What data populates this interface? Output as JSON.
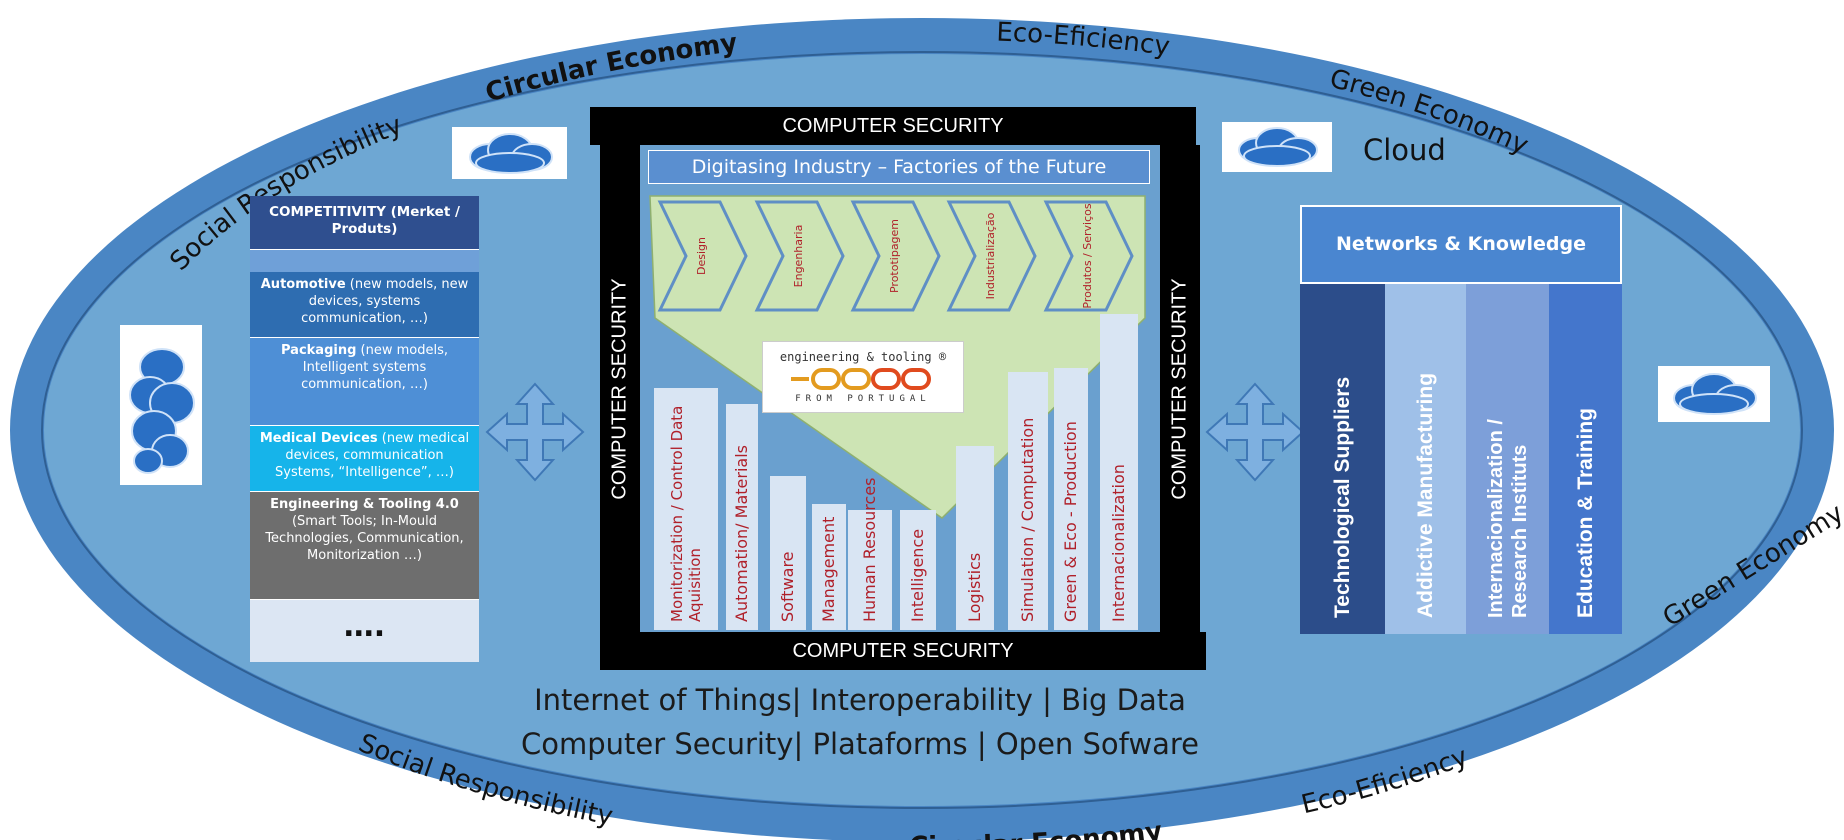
{
  "ring": {
    "top_circular": "Circular Economy",
    "top_eco": "Eco-Eficiency",
    "top_green": "Green Economy",
    "top_social": "Social Responsibility",
    "right_green": "Green Economy",
    "bottom_eco": "Eco-Eficiency",
    "bottom_circular": "Circular Economy",
    "bottom_social": "Social Responsibility"
  },
  "cloud_label": "Cloud",
  "left_column": {
    "competitivity": "COMPETITIVITY (Merket / Produts)",
    "automotive_title": "Automotive",
    "automotive_text": " (new models, new devices, systems communication, …)",
    "packaging_title": "Packaging",
    "packaging_text": " (new models, Intelligent systems communication, …)",
    "medical_title": "Medical Devices",
    "medical_text": " (new medical devices, communication Systems, “Intelligence”, …)",
    "engineering_title": "Engineering & Tooling 4.0",
    "engineering_text": "(Smart Tools; In-Mould Technologies, Communication, Monitorization …)",
    "ellipsis": "…."
  },
  "center": {
    "cs_top": "COMPUTER SECURITY",
    "cs_bottom": "COMPUTER SECURITY",
    "cs_left": "COMPUTER SECURITY",
    "cs_right": "COMPUTER SECURITY",
    "banner": "Digitasing Industry – Factories of the Future",
    "chevrons": [
      "Design",
      "Engenharia",
      "Prototipagem",
      "Industrialização",
      "Produtos / Serviços"
    ],
    "logo_line1": "engineering & tooling ®",
    "logo_line2": "FROM PORTUGAL",
    "pillars": [
      "Monitorization / Control Data Aquisition",
      "Automation/ Materials",
      "Software",
      "Management",
      "Human Resources",
      "Intelligence",
      "Logistics",
      "Simulation / Computation",
      "Green & Eco - Production",
      "Internacionalization"
    ]
  },
  "right_column": {
    "header": "Networks & Knowledge",
    "columns": [
      {
        "label": "Technological Suppliers",
        "color": "#2c4d8a"
      },
      {
        "label": "Addictive Manufacturing",
        "color": "#9fc0e8"
      },
      {
        "label": "Internacionalization / Research Instituts",
        "color": "#7d9fd9"
      },
      {
        "label": "Education & Training",
        "color": "#4476cc"
      }
    ]
  },
  "bottom_text": {
    "line1": "Internet of Things|  Interoperability  | Big Data",
    "line2": "Computer Security| Plataforms | Open Sofware"
  },
  "colors": {
    "outer_ring": "#4a86c4",
    "inner_fill": "#6ea7d3",
    "chevron": "#cde4b4",
    "pillar_text": "#b0202a"
  }
}
